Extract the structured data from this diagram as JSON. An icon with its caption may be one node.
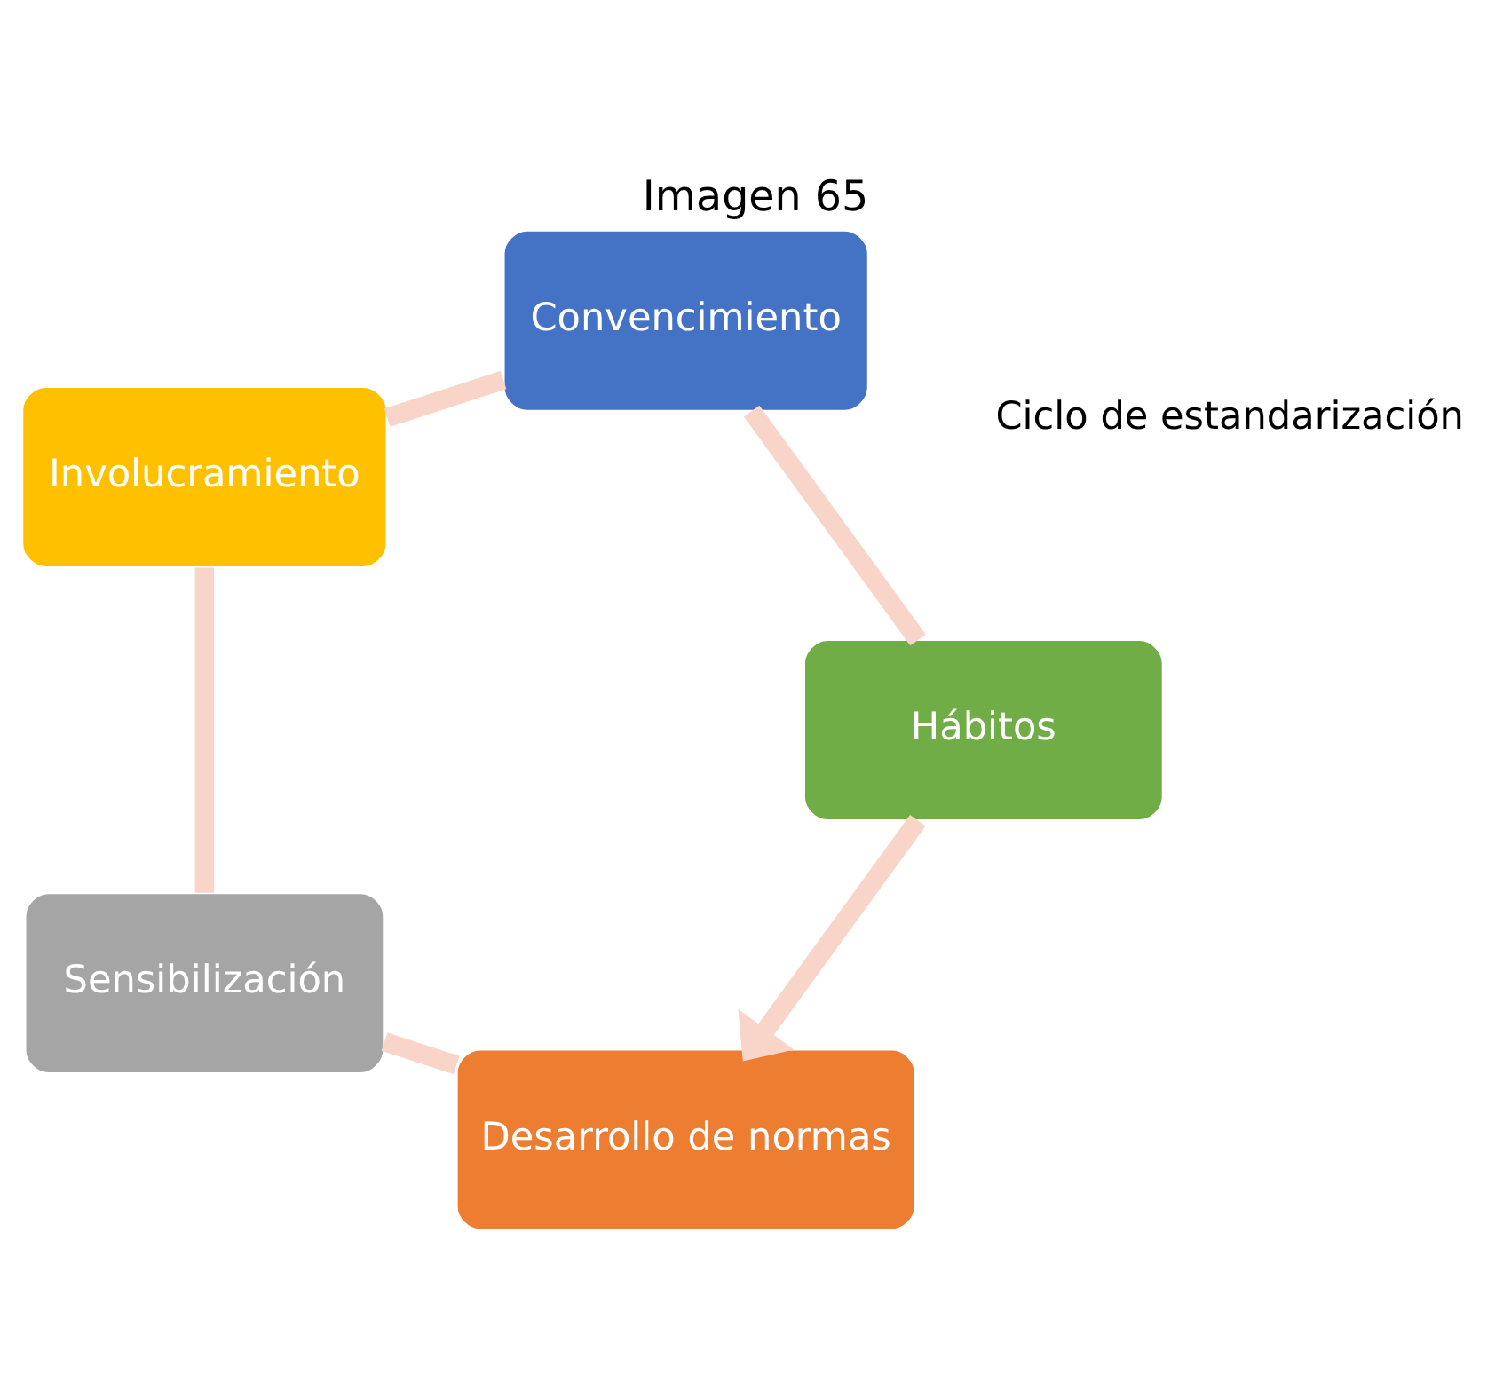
{
  "diagram": {
    "title": "Imagen 65",
    "nodes": [
      {
        "text": [
          "Desarrollo de normas"
        ]
      },
      {
        "text": [
          "Sensibilización"
        ]
      },
      {
        "text": [
          "Involucramiento"
        ]
      },
      {
        "text": [
          "Convencimiento"
        ]
      },
      {
        "text": [
          "Hábitos"
        ]
      }
    ],
    "edges": [
      {
        "from": 0,
        "to": 1,
        "arrow": "none"
      },
      {
        "from": 1,
        "to": 2,
        "arrow": "none"
      },
      {
        "from": 2,
        "to": 3,
        "arrow": "none"
      },
      {
        "from": 3,
        "to": 4,
        "arrow": "none"
      },
      {
        "from": 4,
        "to": 0,
        "arrow": "to"
      }
    ],
    "labels": [
      "Ciclo de estandarización"
    ]
  }
}
